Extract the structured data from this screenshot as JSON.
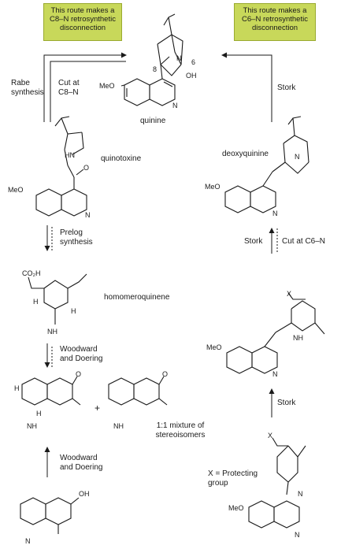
{
  "boxes": {
    "left": "This route makes a C8–N retrosynthetic disconnection",
    "right": "This route makes a C6–N retrosynthetic disconnection"
  },
  "compounds": {
    "quinine": "quinine",
    "quinotoxine": "quinotoxine",
    "homomeroquinene": "homomeroquinene",
    "deoxyquinine": "deoxyquinine",
    "mixture": "1:1 mixture of stereoisomers",
    "protecting": "X = Protecting group"
  },
  "arrow_labels": {
    "rabe": "Rabe synthesis",
    "cut_c8n": "Cut at C8–N",
    "prelog": "Prelog synthesis",
    "woodward1": "Woodward and Doering",
    "woodward2": "Woodward and Doering",
    "stork_top": "Stork",
    "stork_mid": "Stork",
    "cut_c6n": "Cut at C6–N",
    "stork_bottom": "Stork"
  },
  "atoms": {
    "meo": "MeO",
    "n": "N",
    "oh": "OH",
    "hn": "HN",
    "o": "O",
    "co2h": "CO₂H",
    "h": "H",
    "nh": "NH",
    "x": "X",
    "plus": "+",
    "eight": "8",
    "six": "6"
  }
}
